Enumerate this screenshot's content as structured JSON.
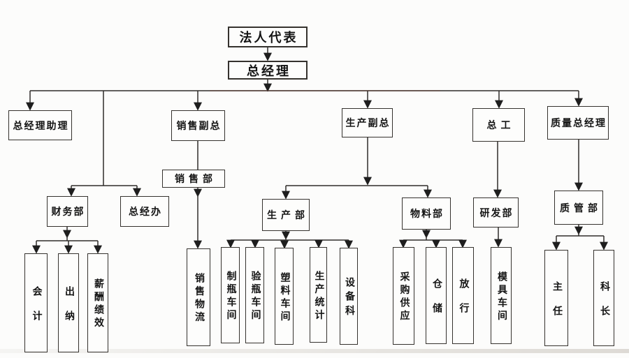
{
  "org": {
    "nodes": {
      "legal_rep": {
        "label": "法人代表",
        "parent": null
      },
      "general_manager": {
        "label": "总经理",
        "parent": "legal_rep"
      },
      "gm_assistant": {
        "label": "总经理助理",
        "parent": "general_manager"
      },
      "sales_vp": {
        "label": "销售副总",
        "parent": "general_manager"
      },
      "production_vp": {
        "label": "生产副总",
        "parent": "general_manager"
      },
      "chief_engineer": {
        "label": "总工",
        "parent": "general_manager"
      },
      "quality_gm": {
        "label": "质量总经理",
        "parent": "general_manager"
      },
      "finance_dept": {
        "label": "财务部",
        "parent": "general_manager"
      },
      "gm_office": {
        "label": "总经办",
        "parent": "general_manager"
      },
      "sales_dept": {
        "label": "销售部",
        "parent": "sales_vp"
      },
      "production_dept": {
        "label": "生产部",
        "parent": "production_vp"
      },
      "materials_dept": {
        "label": "物料部",
        "parent": "production_vp"
      },
      "rd_dept": {
        "label": "研发部",
        "parent": "chief_engineer"
      },
      "quality_dept": {
        "label": "质管部",
        "parent": "quality_gm"
      },
      "accounting": {
        "label": "会计",
        "parent": "finance_dept"
      },
      "cashier": {
        "label": "出纳",
        "parent": "finance_dept"
      },
      "payroll_performance": {
        "label": "薪酬绩效",
        "parent": "finance_dept"
      },
      "sales_logistics": {
        "label": "销售物流",
        "parent": "sales_dept"
      },
      "bottle_workshop": {
        "label": "制瓶车间",
        "parent": "production_dept"
      },
      "inspection_workshop": {
        "label": "验瓶车间",
        "parent": "production_dept"
      },
      "plastic_workshop": {
        "label": "塑料车间",
        "parent": "production_dept"
      },
      "production_stats": {
        "label": "生产统计",
        "parent": "production_dept"
      },
      "equipment_section": {
        "label": "设备科",
        "parent": "production_dept"
      },
      "procurement_supply": {
        "label": "采购供应",
        "parent": "materials_dept"
      },
      "warehousing": {
        "label": "仓储",
        "parent": "materials_dept"
      },
      "release": {
        "label": "放行",
        "parent": "materials_dept"
      },
      "mold_workshop": {
        "label": "模具车间",
        "parent": "rd_dept"
      },
      "director": {
        "label": "主任",
        "parent": "quality_dept"
      },
      "section_chief": {
        "label": "科长",
        "parent": "quality_dept"
      }
    },
    "colors": {
      "line": "#2e2c2a",
      "box_border": "#35322e",
      "text": "#141414",
      "background": "#fcfcfb"
    }
  }
}
